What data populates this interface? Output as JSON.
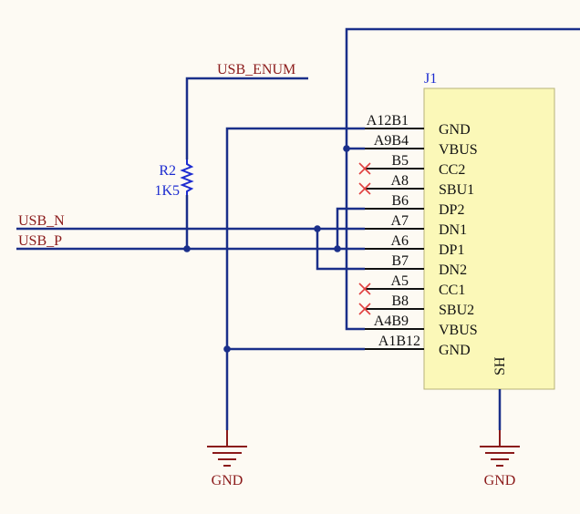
{
  "nets": {
    "usb_enum": "USB_ENUM",
    "usb_n": "USB_N",
    "usb_p": "USB_P"
  },
  "resistor": {
    "refdes": "R2",
    "value": "1K5"
  },
  "connector": {
    "refdes": "J1",
    "shield_label": "SH",
    "pins": [
      {
        "number": "A12B1",
        "name": "GND"
      },
      {
        "number": "A9B4",
        "name": "VBUS"
      },
      {
        "number": "B5",
        "name": "CC2",
        "no_connect": true
      },
      {
        "number": "A8",
        "name": "SBU1",
        "no_connect": true
      },
      {
        "number": "B6",
        "name": "DP2"
      },
      {
        "number": "A7",
        "name": "DN1"
      },
      {
        "number": "A6",
        "name": "DP1"
      },
      {
        "number": "B7",
        "name": "DN2"
      },
      {
        "number": "A5",
        "name": "CC1",
        "no_connect": true
      },
      {
        "number": "B8",
        "name": "SBU2",
        "no_connect": true
      },
      {
        "number": "A4B9",
        "name": "VBUS"
      },
      {
        "number": "A1B12",
        "name": "GND"
      }
    ]
  },
  "ground_symbols": [
    {
      "label": "GND"
    },
    {
      "label": "GND"
    }
  ],
  "colors": {
    "background": "#fdfaf3",
    "wire": "#1a2f8a",
    "net_label": "#8b1a1a",
    "component_body": "#fbf8b8",
    "designator": "#1c2bd0",
    "no_connect": "#e04040"
  }
}
